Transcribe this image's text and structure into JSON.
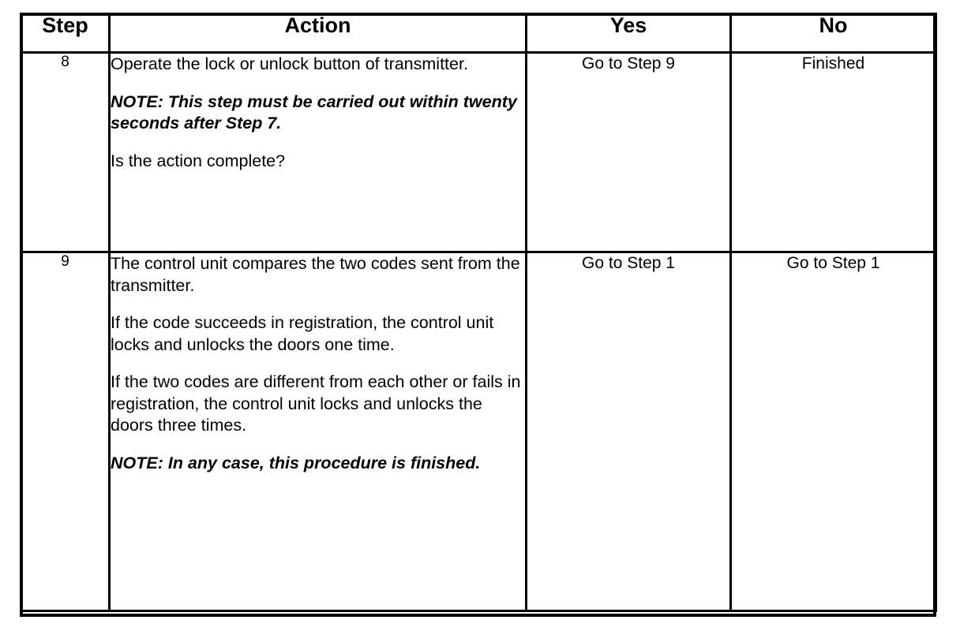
{
  "table": {
    "columns": [
      {
        "key": "step",
        "label": "Step"
      },
      {
        "key": "action",
        "label": "Action"
      },
      {
        "key": "yes",
        "label": "Yes"
      },
      {
        "key": "no",
        "label": "No"
      }
    ],
    "rows": [
      {
        "step": "8",
        "action_paragraphs": [
          {
            "text": "Operate the lock or unlock button of transmitter.",
            "style": "normal"
          },
          {
            "text": "NOTE: This step must be carried out within twenty seconds after Step 7.",
            "style": "note"
          },
          {
            "text": "Is the action complete?",
            "style": "normal"
          }
        ],
        "yes": "Go to Step 9",
        "no": "Finished"
      },
      {
        "step": "9",
        "action_paragraphs": [
          {
            "text": "The control unit compares the two codes sent from the transmitter.",
            "style": "normal"
          },
          {
            "text": "If the code succeeds in registration, the control unit locks and unlocks the doors one time.",
            "style": "normal"
          },
          {
            "text": "If the two codes are different from each other or fails in registration, the control unit locks and unlocks the doors three times.",
            "style": "normal"
          },
          {
            "text": "NOTE: In any case, this procedure is finished.",
            "style": "note"
          }
        ],
        "yes": "Go to Step 1",
        "no": "Go to Step 1"
      }
    ]
  },
  "colors": {
    "border": "#000000",
    "background": "#ffffff",
    "text": "#000000"
  }
}
